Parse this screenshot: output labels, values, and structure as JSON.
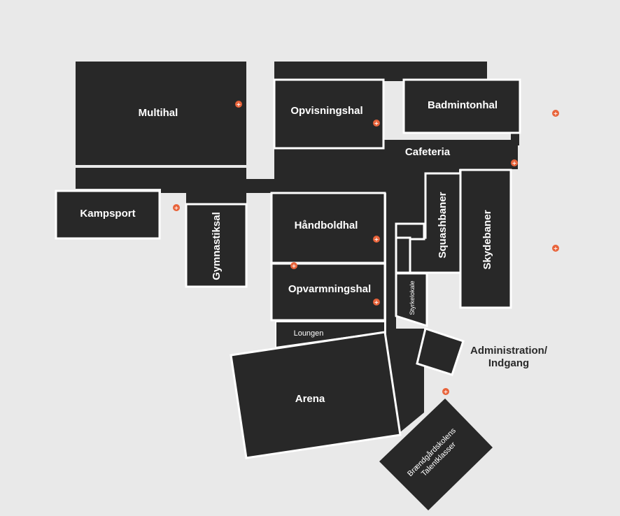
{
  "rooms": {
    "multihal": "Multihal",
    "opvisningshal": "Opvisningshal",
    "badmintonhal": "Badmintonhal",
    "cafeteria": "Cafeteria",
    "kampsport": "Kampsport",
    "gymnastiksal": "Gymnastiksal",
    "haandboldhal": "Håndboldhal",
    "opvarmningshal": "Opvarmningshal",
    "squashbaner": "Squashbaner",
    "skydebaner": "Skydebaner",
    "styrkelokale": "Styrkelokale",
    "loungen": "Loungen",
    "arena": "Arena",
    "administration_line1": "Administration/",
    "administration_line2": "Indgang",
    "talent_line1": "Brændgårdskolens",
    "talent_line2": "Talentklasser"
  },
  "marker_glyph": "+",
  "colors": {
    "background": "#e9e9e9",
    "room": "#282828",
    "outline": "#ffffff",
    "marker": "#e8633a"
  },
  "icons": {
    "marker": "plus-marker-icon"
  }
}
